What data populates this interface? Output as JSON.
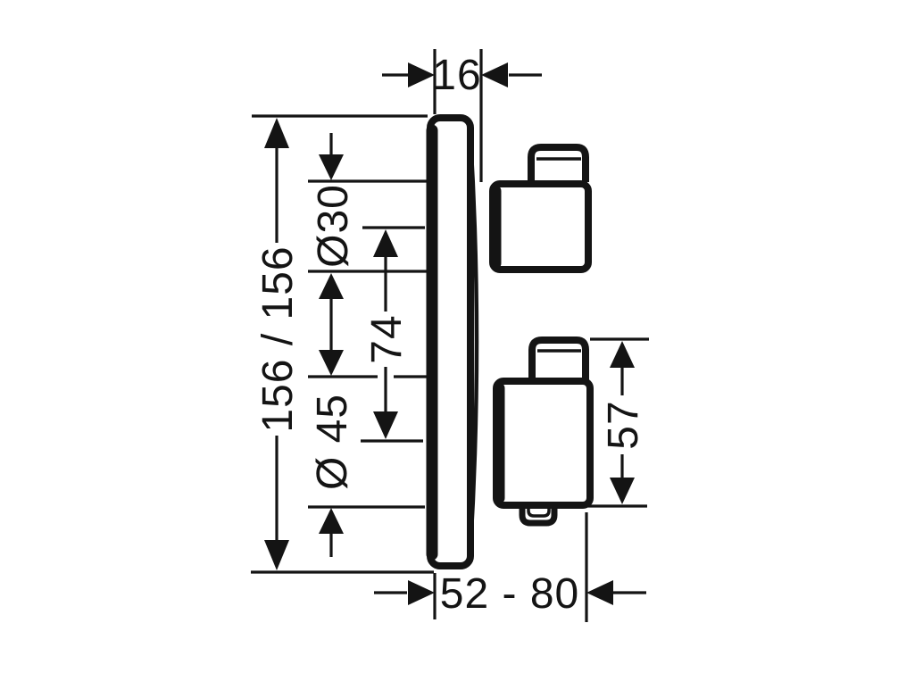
{
  "page": {
    "background_color": "#ffffff",
    "line_color": "#141414"
  },
  "drawing": {
    "kind": "technical-dimension-drawing",
    "view": "side-elevation-of-concealed-thermostat-trim",
    "labels": {
      "plate_depth": "16",
      "plate_height_width": "156 / 156",
      "upper_knob_diameter": "Ø30",
      "knob_center_distance": "74",
      "lower_knob_diameter": "Ø 45",
      "lower_knob_height": "57",
      "projection_range": "52 - 80"
    }
  }
}
